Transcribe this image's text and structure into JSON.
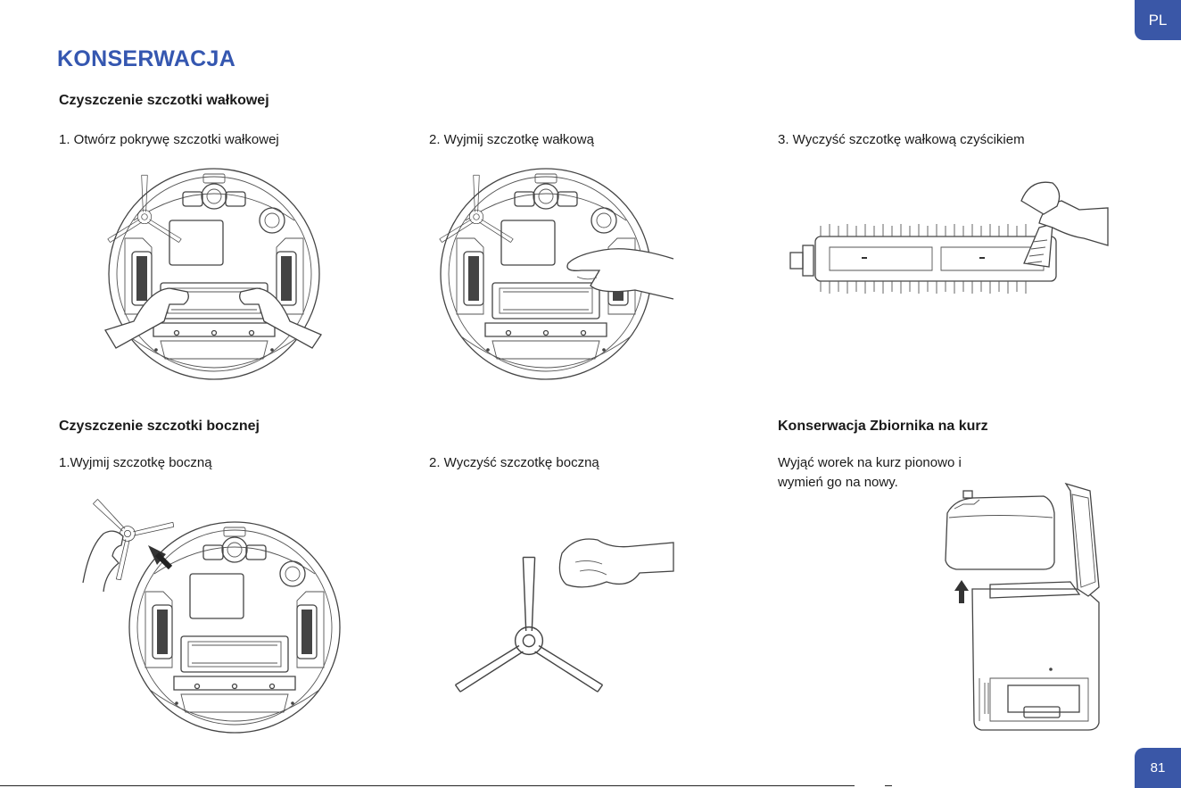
{
  "header": {
    "language_tab": "PL"
  },
  "title": "KONSERWACJA",
  "sections": {
    "roller_brush": {
      "heading": "Czyszczenie szczotki wałkowej",
      "steps": [
        "1. Otwórz pokrywę szczotki wałkowej",
        "2. Wyjmij szczotkę wałkową",
        "3. Wyczyść szczotkę wałkową czyścikiem"
      ]
    },
    "side_brush": {
      "heading": "Czyszczenie szczotki bocznej",
      "steps": [
        "1.Wyjmij szczotkę boczną",
        "2. Wyczyść szczotkę boczną"
      ]
    },
    "dust_bin": {
      "heading": "Konserwacja Zbiornika na kurz",
      "line1": "Wyjąć worek na kurz pionowo i",
      "line2": "wymień go na nowy."
    }
  },
  "footer": {
    "page_number": "81"
  },
  "colors": {
    "accent": "#3a57a7",
    "title": "#3557b0",
    "text": "#1a1a1a"
  }
}
